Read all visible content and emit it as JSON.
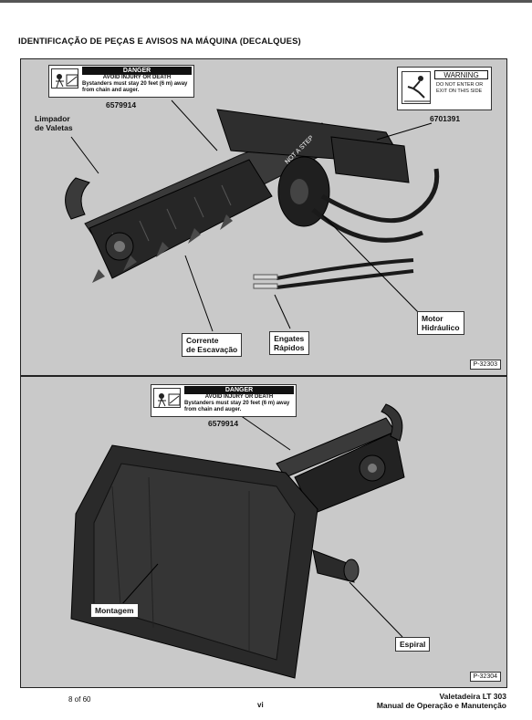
{
  "page": {
    "title": "IDENTIFICAÇÃO DE PEÇAS E AVISOS NA MÁQUINA (DECALQUES)"
  },
  "top_panel": {
    "code": "P-32303",
    "danger_decal": {
      "header": "DANGER",
      "subheader": "AVOID INJURY OR DEATH",
      "body": "Bystanders must stay 20 feet (6 m) away from chain and auger.",
      "part_number": "6579914"
    },
    "warning_decal": {
      "header": "WARNING",
      "body": "DO NOT ENTER OR EXIT ON THIS SIDE",
      "part_number": "6701391"
    },
    "labels": {
      "limpador": "Limpador\nde Valetas",
      "corrente": "Corrente\nde Escavação",
      "engates": "Engates\nRápidos",
      "motor": "Motor\nHidráulico"
    },
    "step_text": "NOT A STEP"
  },
  "bottom_panel": {
    "code": "P-32304",
    "danger_decal": {
      "header": "DANGER",
      "subheader": "AVOID INJURY OR DEATH",
      "body": "Bystanders must stay 20 feet (6 m) away from chain and auger.",
      "part_number": "6579914"
    },
    "labels": {
      "montagem": "Montagem",
      "espiral": "Espiral"
    }
  },
  "footer": {
    "page_count": "8 of 60",
    "page_roman": "vi",
    "product": "Valetadeira LT 303",
    "manual": "Manual de Operação e Manutenção"
  },
  "colors": {
    "panel_bg": "#c9c9c9",
    "machine_dark": "#2a2a2a"
  }
}
